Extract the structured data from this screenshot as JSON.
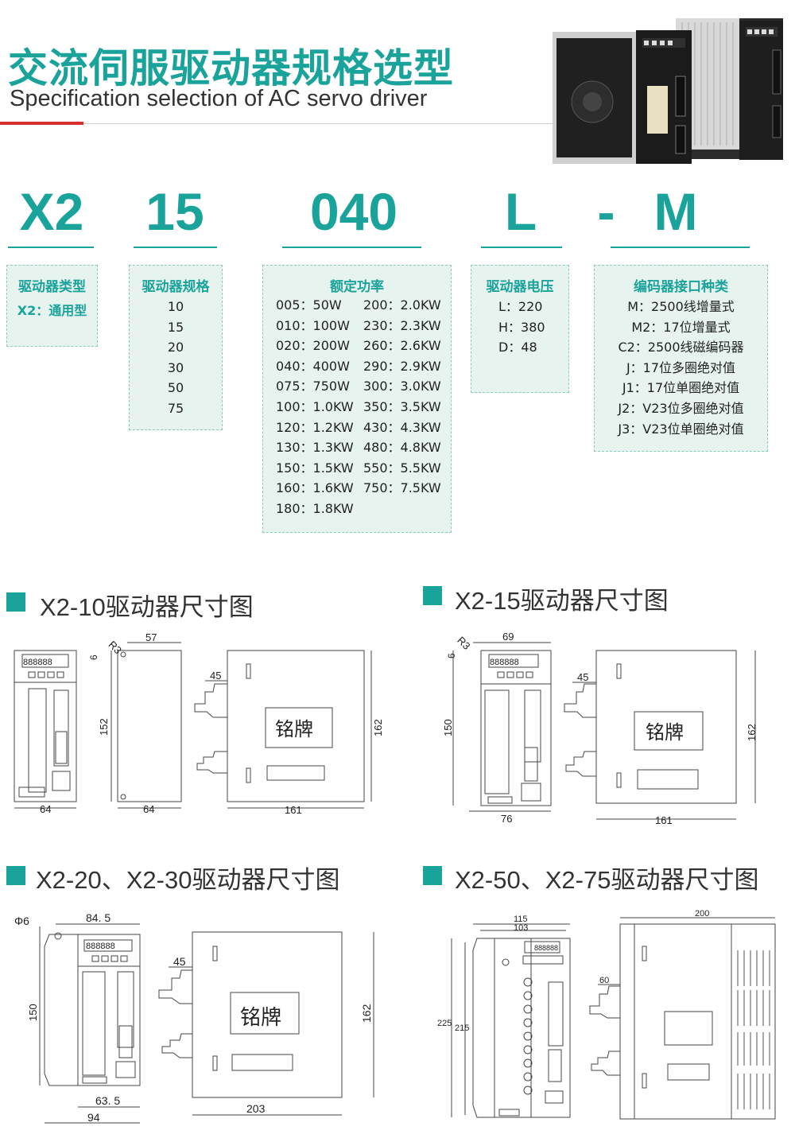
{
  "header": {
    "title_cn": "交流伺服驱动器规格选型",
    "title_en": "Specification selection of AC servo driver"
  },
  "model_code": {
    "parts": [
      "X2",
      "15",
      "040",
      "L",
      "-",
      "M"
    ]
  },
  "boxes": {
    "type": {
      "title": "驱动器类型",
      "value": "X2：通用型"
    },
    "spec": {
      "title": "驱动器规格",
      "items": [
        "10",
        "15",
        "20",
        "30",
        "50",
        "75"
      ]
    },
    "power": {
      "title": "额定功率",
      "left": [
        "005：50W",
        "010：100W",
        "020：200W",
        "040：400W",
        "075：750W",
        "100：1.0KW",
        "120：1.2KW",
        "130：1.3KW",
        "150：1.5KW",
        "160：1.6KW",
        "180：1.8KW"
      ],
      "right": [
        "200：2.0KW",
        "230：2.3KW",
        "260：2.6KW",
        "290：2.9KW",
        "300：3.0KW",
        "350：3.5KW",
        "430：4.3KW",
        "480：4.8KW",
        "550：5.5KW",
        "750：7.5KW"
      ]
    },
    "voltage": {
      "title": "驱动器电压",
      "items": [
        "L：220",
        "H：380",
        "D：48"
      ]
    },
    "encoder": {
      "title": "编码器接口种类",
      "items": [
        "M：2500线增量式",
        "M2：17位增量式",
        "C2：2500线磁编码器",
        "J：17位多圈绝对值",
        "J1：17位单圈绝对值",
        "J2：V23位多圈绝对值",
        "J3：V23位单圈绝对值"
      ]
    }
  },
  "sections": {
    "s1": {
      "title": "X2-10驱动器尺寸图",
      "dims": {
        "r": "R3",
        "six": "6",
        "top": "57",
        "h": "152",
        "w_front": "64",
        "w_side": "64",
        "depth": "161",
        "plug": "45",
        "height": "162"
      },
      "plate": "铭牌"
    },
    "s2": {
      "title": "X2-15驱动器尺寸图",
      "dims": {
        "r": "R3",
        "six": "6",
        "top": "69",
        "h": "150",
        "w_front": "76",
        "depth": "161",
        "plug": "45",
        "height": "162"
      },
      "plate": "铭牌"
    },
    "s3": {
      "title": "X2-20、X2-30驱动器尺寸图",
      "dims": {
        "hole": "Φ6",
        "top": "84. 5",
        "h": "150",
        "w_in": "63. 5",
        "w_out": "94",
        "depth": "203",
        "plug": "45",
        "height": "162"
      },
      "plate": "铭牌"
    },
    "s4": {
      "title": "X2-50、X2-75驱动器尺寸图",
      "dims": {
        "w_out": "115",
        "w_in": "103",
        "h_out": "225",
        "h_in": "215",
        "depth": "200",
        "plug": "60"
      }
    }
  },
  "display_digits": "888888",
  "colors": {
    "accent": "#1aa39a",
    "box_bg": "#e6f3ef",
    "red_rule": "#d62f2f"
  }
}
